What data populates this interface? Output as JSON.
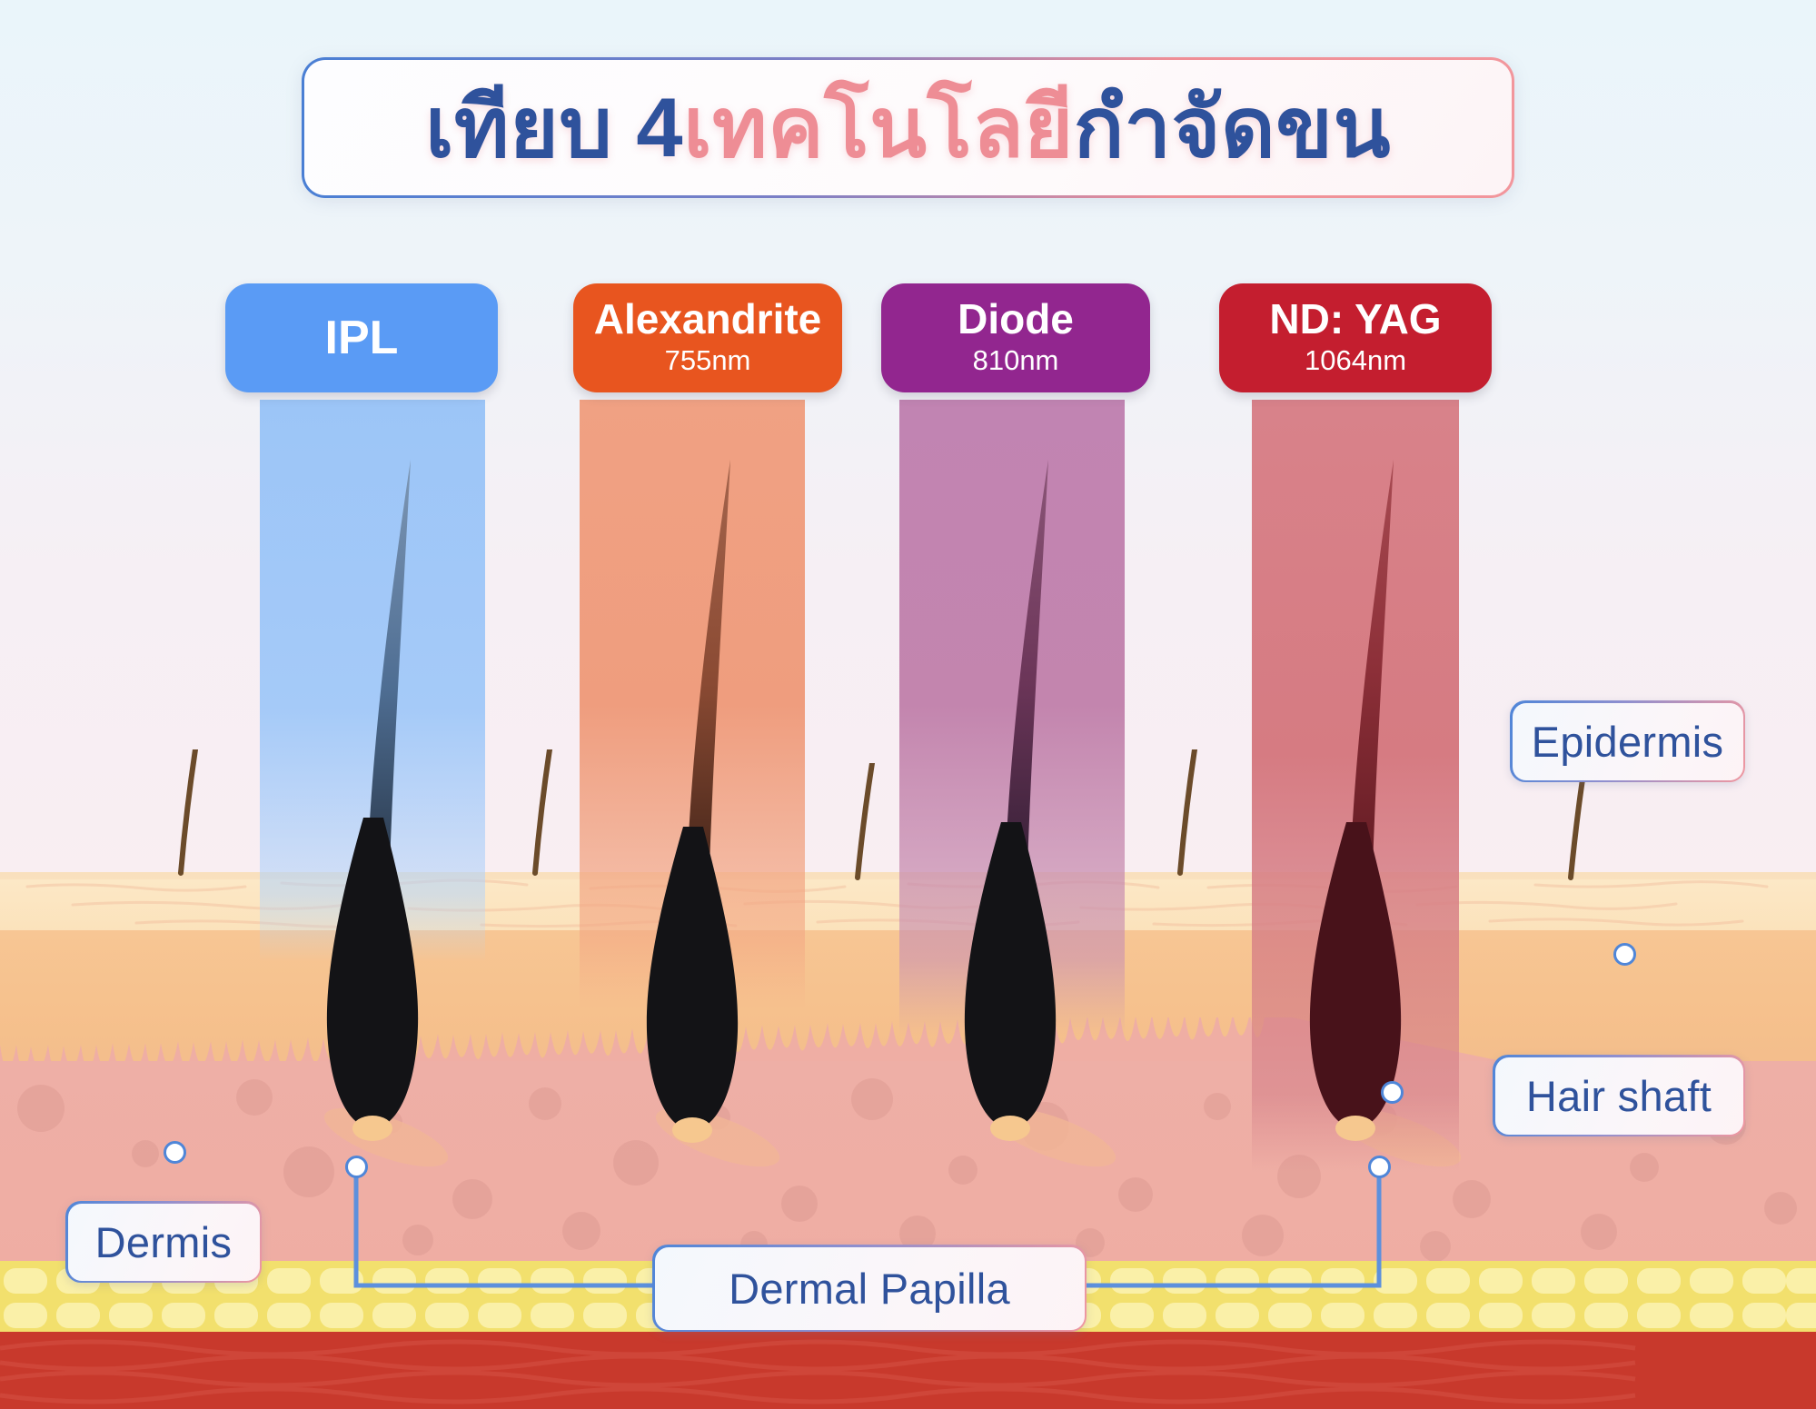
{
  "title": {
    "full": "เทียบ 4 เทคโนโลยี กำจัดขน",
    "part1": "เทียบ 4 ",
    "part2": "เทคโนโลยี ",
    "part3": "กำจัดขน",
    "color_blue": "#2f529c",
    "color_pink": "#ee8d95"
  },
  "technologies": [
    {
      "name": "IPL",
      "wavelength": "",
      "badge_color": "#5a9bf5",
      "beam_color": "#9cc5f7"
    },
    {
      "name": "Alexandrite",
      "wavelength": "755nm",
      "badge_color": "#e8551f",
      "beam_color": "#f0a183"
    },
    {
      "name": "Diode",
      "wavelength": "810nm",
      "badge_color": "#92268f",
      "beam_color": "#c184b2"
    },
    {
      "name": "ND: YAG",
      "wavelength": "1064nm",
      "badge_color": "#c41e2f",
      "beam_color": "#d8828a"
    }
  ],
  "callouts": [
    {
      "label": "Epidermis",
      "name": "epidermis"
    },
    {
      "label": "Hair shaft",
      "name": "hair-shaft"
    },
    {
      "label": "Dermis",
      "name": "dermis"
    },
    {
      "label": "Dermal Papilla",
      "name": "dermal-papilla"
    }
  ],
  "skin_layers": [
    {
      "name": "epidermis",
      "color": "#fbe5c4"
    },
    {
      "name": "papillary",
      "color": "#f6c18d"
    },
    {
      "name": "dermis",
      "color": "#efaea4"
    },
    {
      "name": "fat",
      "color": "#f2e06d"
    },
    {
      "name": "muscle",
      "color": "#c8392c"
    }
  ],
  "background_color": "#eaf4f8"
}
